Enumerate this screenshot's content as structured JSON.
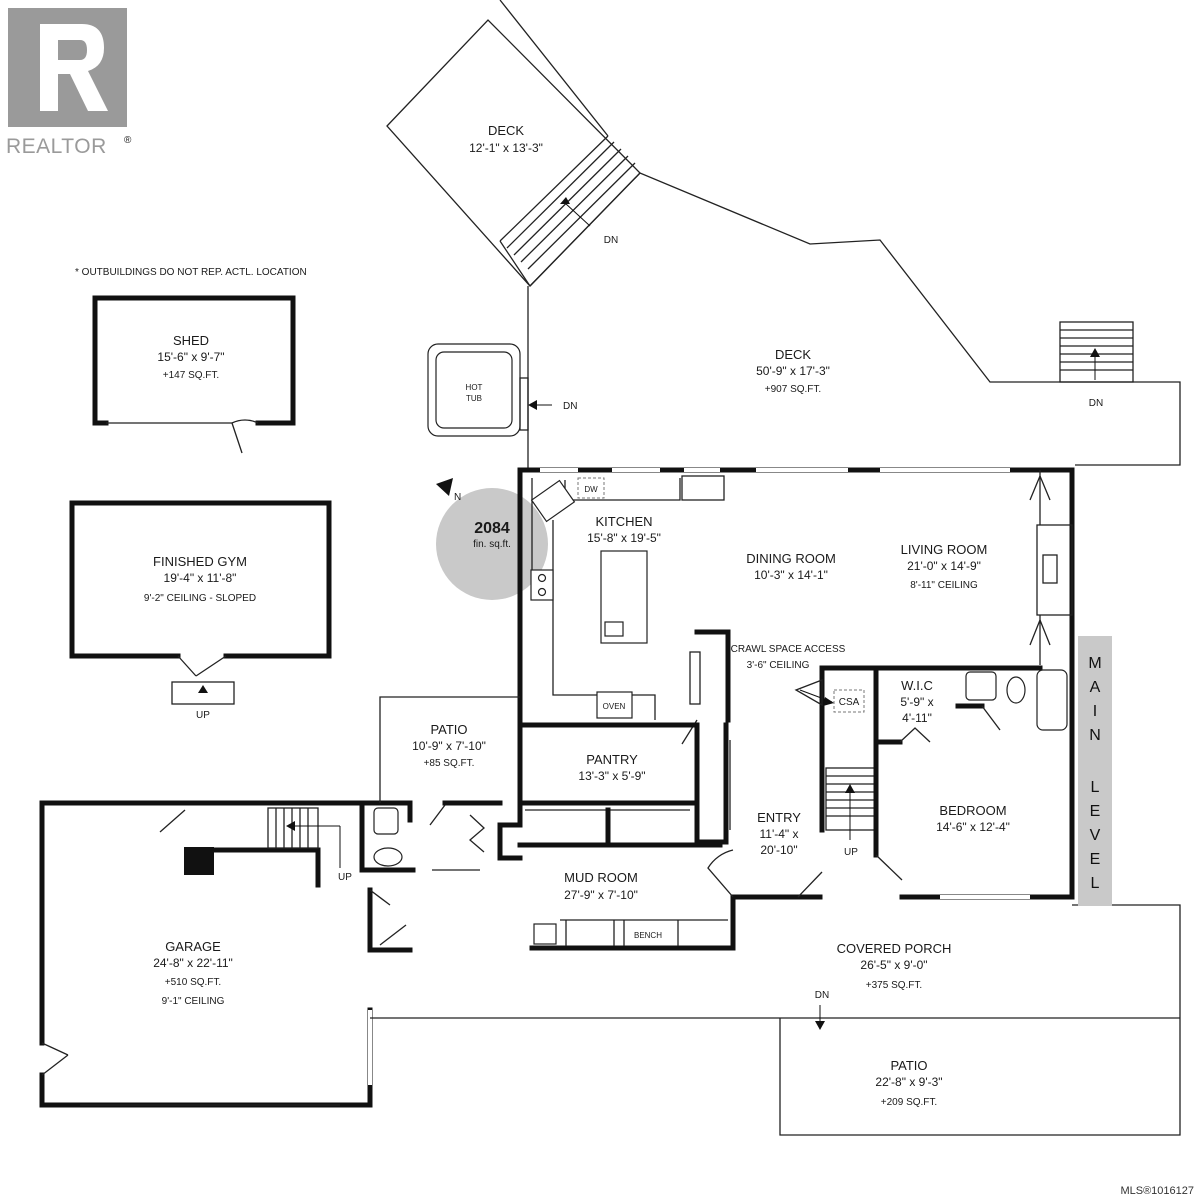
{
  "logo": {
    "wordmark": "REALTOR",
    "mark": "R",
    "registered": "®"
  },
  "mls_number": "MLS®1016127",
  "note": "* OUTBUILDINGS DO NOT REP. ACTL. LOCATION",
  "total_area": {
    "value": "2084",
    "unit": "fin. sq.ft."
  },
  "compass": "N",
  "level_label": [
    "M",
    "A",
    "I",
    "N",
    "L",
    "E",
    "V",
    "E",
    "L"
  ],
  "rooms": {
    "deck_upper": {
      "name": "DECK",
      "dims": "12'-1\" x 13'-3\""
    },
    "deck_main": {
      "name": "DECK",
      "dims": "50'-9\" x 17'-3\"",
      "area": "+907 SQ.FT."
    },
    "shed": {
      "name": "SHED",
      "dims": "15'-6\" x 9'-7\"",
      "area": "+147 SQ.FT."
    },
    "gym": {
      "name": "FINISHED GYM",
      "dims": "19'-4\" x 11'-8\"",
      "ceiling": "9'-2\" CEILING - SLOPED"
    },
    "kitchen": {
      "name": "KITCHEN",
      "dims": "15'-8\" x 19'-5\""
    },
    "dining": {
      "name": "DINING ROOM",
      "dims": "10'-3\" x 14'-1\""
    },
    "living": {
      "name": "LIVING ROOM",
      "dims": "21'-0\" x 14'-9\"",
      "ceiling": "8'-11\" CEILING"
    },
    "crawl": {
      "name": "CRAWL SPACE ACCESS",
      "ceiling": "3'-6\" CEILING"
    },
    "wic": {
      "name": "W.I.C",
      "dims_a": "5'-9\" x",
      "dims_b": "4'-11\""
    },
    "patio_upper": {
      "name": "PATIO",
      "dims": "10'-9\" x 7'-10\"",
      "area": "+85 SQ.FT."
    },
    "pantry": {
      "name": "PANTRY",
      "dims": "13'-3\" x 5'-9\""
    },
    "entry": {
      "name": "ENTRY",
      "dims_a": "11'-4\" x",
      "dims_b": "20'-10\""
    },
    "bedroom": {
      "name": "BEDROOM",
      "dims": "14'-6\" x 12'-4\""
    },
    "mudroom": {
      "name": "MUD ROOM",
      "dims": "27'-9\" x 7'-10\""
    },
    "garage": {
      "name": "GARAGE",
      "dims": "24'-8\" x 22'-11\"",
      "area": "+510 SQ.FT.",
      "ceiling": "9'-1\" CEILING"
    },
    "porch": {
      "name": "COVERED PORCH",
      "dims": "26'-5\" x 9'-0\"",
      "area": "+375 SQ.FT."
    },
    "patio_lower": {
      "name": "PATIO",
      "dims": "22'-8\" x 9'-3\"",
      "area": "+209 SQ.FT."
    }
  },
  "fixtures": {
    "hot_tub": [
      "HOT",
      "TUB"
    ],
    "dishwasher": "DW",
    "oven": "OVEN",
    "csa": "CSA",
    "bench": "BENCH"
  },
  "stairs": {
    "dn": "DN",
    "up": "UP"
  }
}
